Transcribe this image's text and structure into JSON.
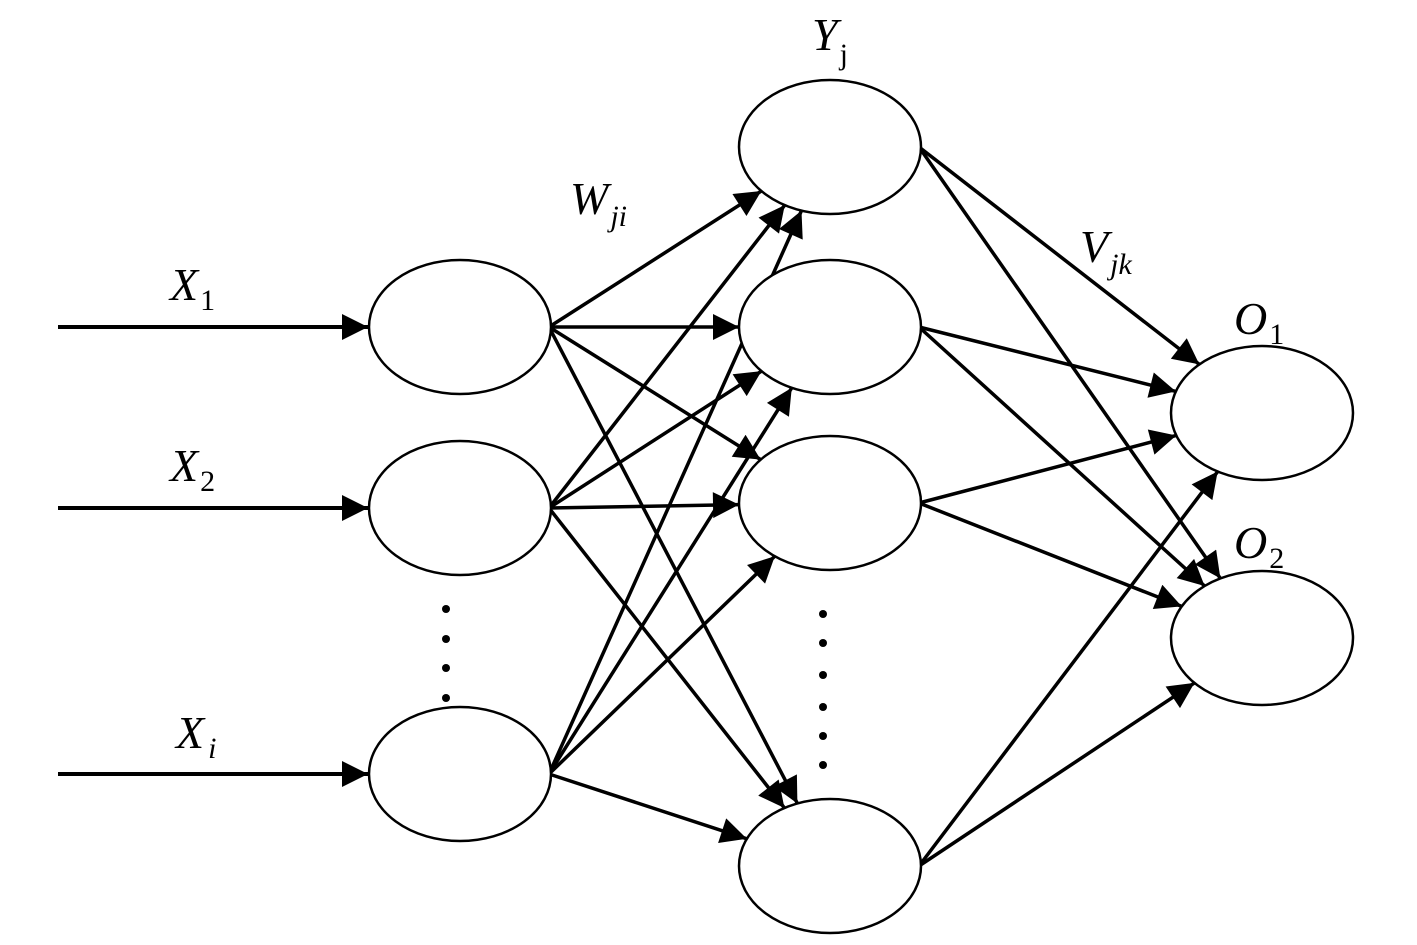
{
  "labels": {
    "input_1": {
      "main": "X",
      "sub": "1"
    },
    "input_2": {
      "main": "X",
      "sub": "2"
    },
    "input_i": {
      "main": "X",
      "sub": "i"
    },
    "weights_in_hidden": {
      "main": "W",
      "sub": "ji"
    },
    "hidden": {
      "main": "Y",
      "sub": "j"
    },
    "weights_hidden_out": {
      "main": "V",
      "sub": "jk"
    },
    "output_1": {
      "main": "O",
      "sub": "1"
    },
    "output_2": {
      "main": "O",
      "sub": "2"
    }
  },
  "colors": {
    "stroke": "#000000",
    "background": "#ffffff"
  }
}
